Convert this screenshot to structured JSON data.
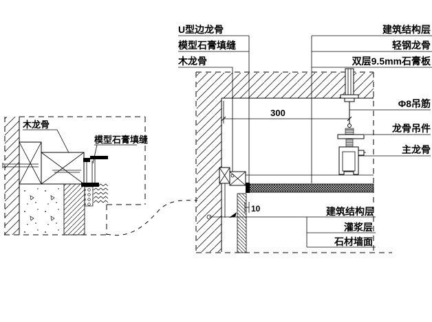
{
  "callouts": {
    "top_left": {
      "items": [
        "U型边龙骨",
        "模型石膏填缝",
        "木龙骨"
      ]
    },
    "top_right": {
      "items": [
        "建筑结构层",
        "轻钢龙骨",
        "双层9.5mm石膏板"
      ]
    },
    "right": {
      "items": [
        "Φ8吊筋",
        "龙骨吊件",
        "主龙骨"
      ]
    },
    "bottom_right": {
      "items": [
        "建筑结构层",
        "灌浆层",
        "石材墙面"
      ]
    },
    "left_detail": {
      "items": [
        "木龙骨",
        "模型石膏填缝"
      ]
    }
  },
  "dimensions": {
    "edge_distance": "300",
    "joint_gap": "10"
  },
  "colors": {
    "line": "#000000",
    "background": "#ffffff"
  }
}
